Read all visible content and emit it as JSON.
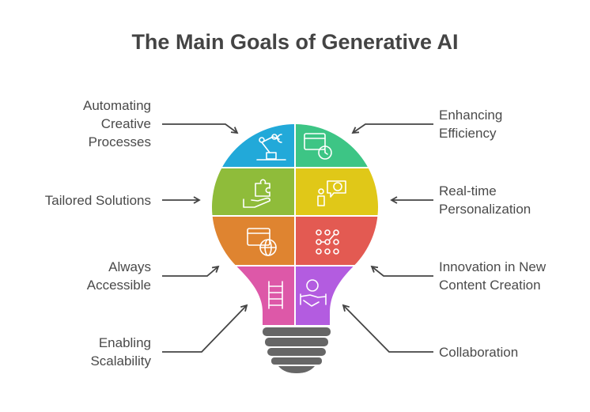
{
  "title": "The Main Goals of Generative AI",
  "labels": {
    "automating": [
      "Automating",
      "Creative",
      "Processes"
    ],
    "enhancing": [
      "Enhancing",
      "Efficiency"
    ],
    "tailored": [
      "Tailored Solutions"
    ],
    "realtime": [
      "Real-time",
      "Personalization"
    ],
    "accessible": [
      "Always",
      "Accessible"
    ],
    "innovation": [
      "Innovation in New",
      "Content Creation"
    ],
    "scalability": [
      "Enabling",
      "Scalability"
    ],
    "collaboration": [
      "Collaboration"
    ]
  },
  "colors": {
    "automating": "#22a9d9",
    "enhancing": "#3dc585",
    "tailored": "#8fbc3a",
    "realtime": "#e0c818",
    "accessible": "#df8430",
    "innovation": "#e35a52",
    "scalability": "#dd58a8",
    "collaboration": "#b35ce0",
    "base": "#666666",
    "arrow": "#444444"
  }
}
